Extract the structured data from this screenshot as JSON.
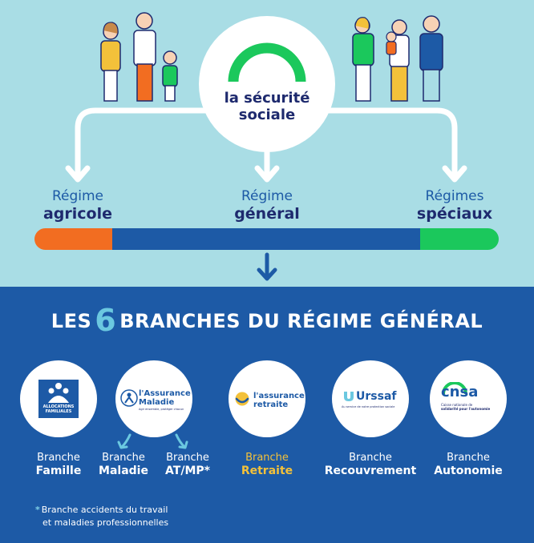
{
  "header": {
    "logo_line1": "la sécurité",
    "logo_line2": "sociale"
  },
  "regimes": [
    {
      "line1": "Régime",
      "line2": "agricole",
      "color": "#F26D21"
    },
    {
      "line1": "Régime",
      "line2": "général",
      "color": "#1D5AA6"
    },
    {
      "line1": "Régimes",
      "line2": "spéciaux",
      "color": "#1BC85C"
    }
  ],
  "title": {
    "prefix": "LES",
    "number": "6",
    "suffix": "BRANCHES DU RÉGIME GÉNÉRAL"
  },
  "logos": {
    "caf_line1": "ALLOCATIONS",
    "caf_line2": "FAMILIALES",
    "ameli_line1": "l'Assurance",
    "ameli_line2": "Maladie",
    "ameli_tagline": "Agir ensemble, protéger chacun",
    "retraite_line1": "l'assurance",
    "retraite_line2": "retraite",
    "urssaf_name": "Urssaf",
    "urssaf_tagline": "Au service de notre protection sociale",
    "cnsa_name": "cnsa",
    "cnsa_tagline1": "Caisse nationale de",
    "cnsa_tagline2": "solidarité pour l'autonomie"
  },
  "branches": [
    {
      "line1": "Branche",
      "line2": "Famille"
    },
    {
      "line1": "Branche",
      "line2": "Maladie"
    },
    {
      "line1": "Branche",
      "line2": "AT/MP*"
    },
    {
      "line1": "Branche",
      "line2": "Retraite"
    },
    {
      "line1": "Branche",
      "line2": "Recouvrement"
    },
    {
      "line1": "Branche",
      "line2": "Autonomie"
    }
  ],
  "footnote": {
    "star": "*",
    "line1": "Branche accidents du travail",
    "line2": "et maladies professionnelles"
  },
  "colors": {
    "light_bg": "#A9DDE5",
    "dark_bg": "#1D5AA6",
    "navy": "#1E2A6E",
    "accent_light_blue": "#6BC8E0",
    "retraite_gold": "#F3C13A",
    "secu_green": "#1BC85C"
  }
}
